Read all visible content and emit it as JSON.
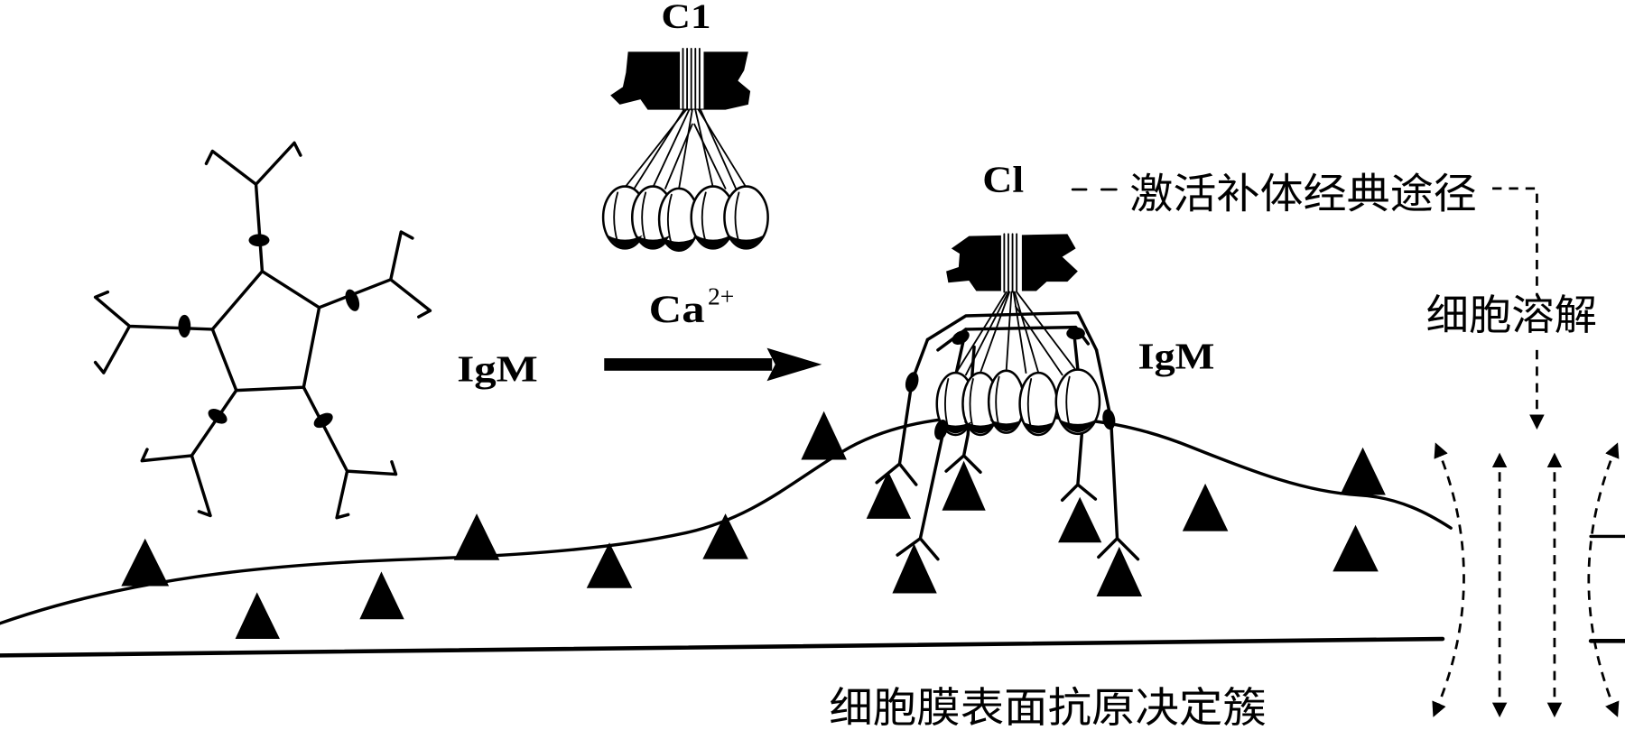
{
  "diagram": {
    "c1_free_label": "C1",
    "calcium_label": "Ca",
    "calcium_charge": "2+",
    "igm_pentamer_label": "IgM",
    "c1_bound_label": "Cl",
    "pathway_label": "激活补体经典途径",
    "lysis_label": "细胞溶解",
    "igm_bound_label": "IgM",
    "antigen_label": "细胞膜表面抗原决定簇"
  },
  "colors": {
    "ink": "#000000",
    "background": "#ffffff"
  }
}
